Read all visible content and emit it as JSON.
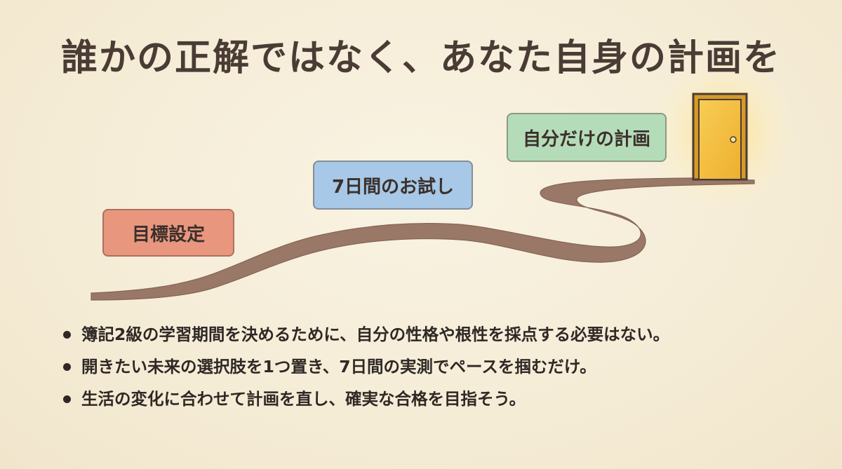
{
  "title": "誰かの正解ではなく、あなた自身の計画を",
  "steps": [
    {
      "label": "目標設定",
      "color": "#e9967f"
    },
    {
      "label": "7日間のお試し",
      "color": "#a7c8e6"
    },
    {
      "label": "自分だけの計画",
      "color": "#b5dcb9"
    }
  ],
  "icons": {
    "path": "winding-path",
    "goal": "door-icon"
  },
  "colors": {
    "path": "#9a7868",
    "door": "#f3be3e",
    "background": "#f6eeda"
  },
  "bullets": [
    "簿記2級の学習期間を決めるために、自分の性格や根性を採点する必要はない。",
    "開きたい未来の選択肢を1つ置き、7日間の実測でペースを掴むだけ。",
    "生活の変化に合わせて計画を直し、確実な合格を目指そう。"
  ]
}
